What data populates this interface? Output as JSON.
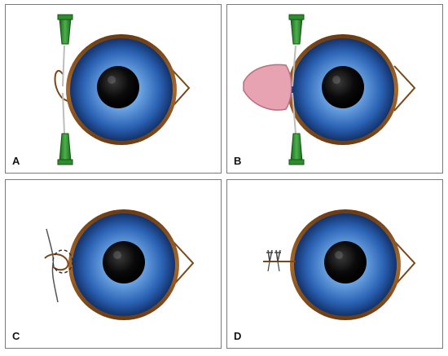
{
  "panels": [
    {
      "label": "A"
    },
    {
      "label": "B"
    },
    {
      "label": "C"
    },
    {
      "label": "D"
    }
  ],
  "colors": {
    "iris_dark": "#13326b",
    "iris_mid": "#2b63b5",
    "iris_light": "#8fc0ef",
    "pupil": "#050505",
    "eyelid": "#7a4718",
    "eyelid_light": "#a6692a",
    "needle_hub": "#2e8b2e",
    "tissue": "#e7a3b2",
    "suture": "#555555"
  }
}
